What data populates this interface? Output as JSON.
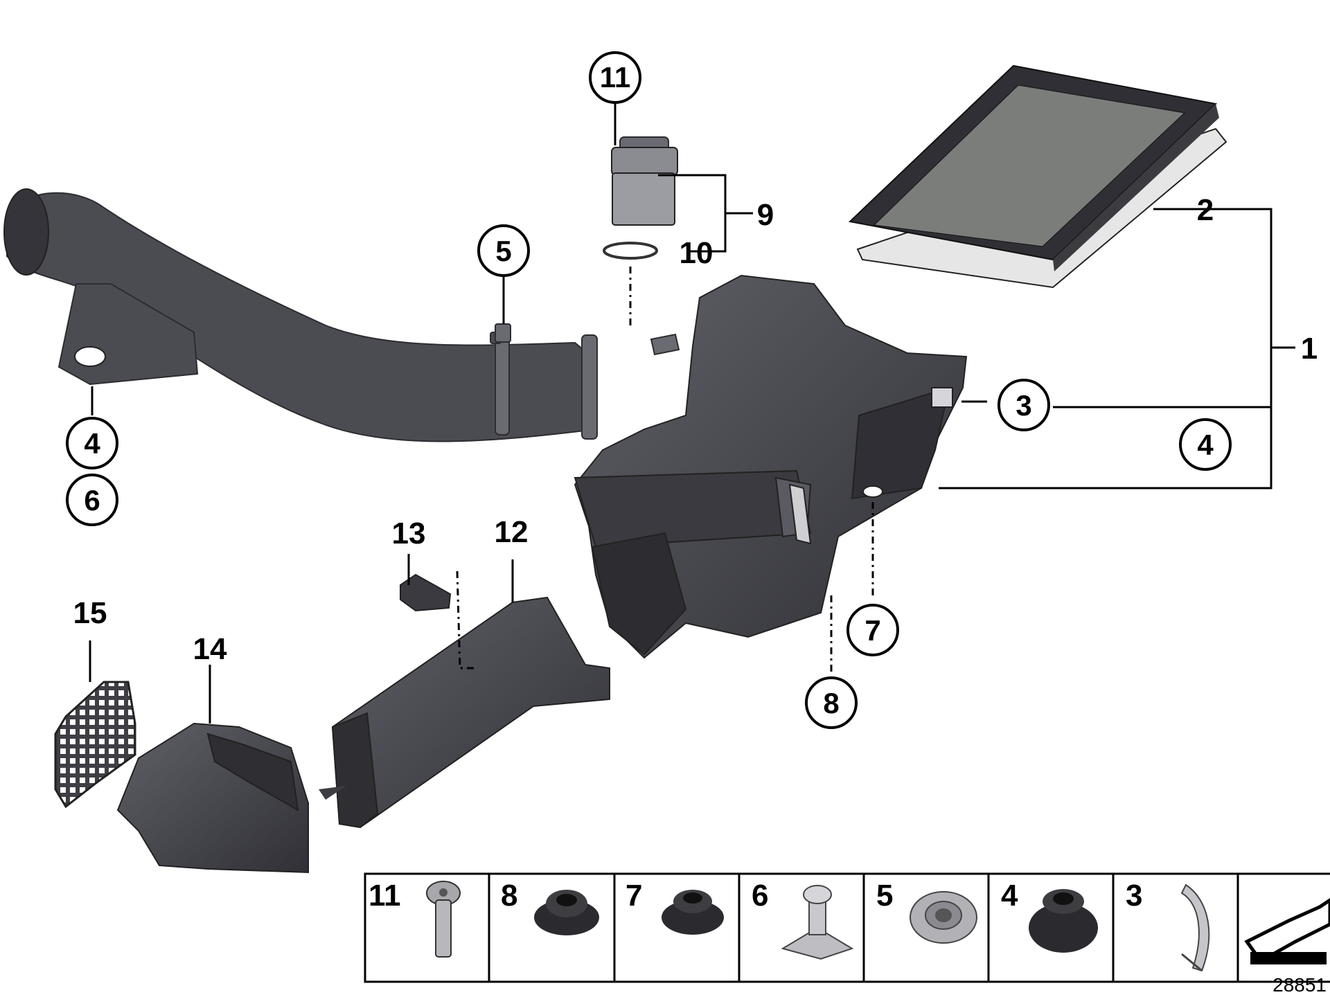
{
  "callouts": {
    "c1": "1",
    "c2": "2",
    "c3": "3",
    "c4a": "4",
    "c4b": "4",
    "c5": "5",
    "c6": "6",
    "c7": "7",
    "c8": "8",
    "c9": "9",
    "c10": "10",
    "c11": "11",
    "c12": "12",
    "c13": "13",
    "c14": "14",
    "c15": "15"
  },
  "hardware_strip": [
    {
      "number": "11",
      "icon": "screw-icon"
    },
    {
      "number": "8",
      "icon": "rubber-grommet-icon"
    },
    {
      "number": "7",
      "icon": "rubber-grommet-icon"
    },
    {
      "number": "6",
      "icon": "expanding-rivet-icon"
    },
    {
      "number": "5",
      "icon": "spring-nut-icon"
    },
    {
      "number": "4",
      "icon": "rubber-grommet-icon"
    },
    {
      "number": "3",
      "icon": "clip-icon"
    }
  ],
  "diagram_id": "28851",
  "colors": {
    "part_gray": "#4b4b52",
    "filter_media": "#7a7d7a",
    "line": "#000000"
  }
}
